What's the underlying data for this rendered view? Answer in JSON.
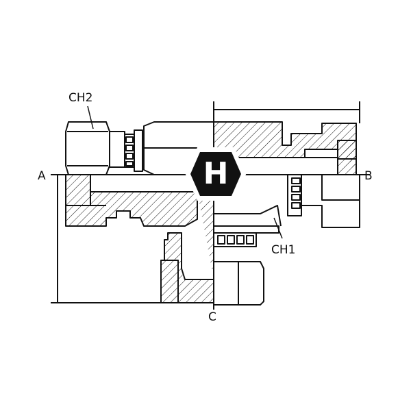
{
  "labels": {
    "ch2": "CH2",
    "ch1": "CH1",
    "a": "A",
    "b": "B",
    "c": "C"
  },
  "logo": {
    "letter": "H",
    "color": "#111111"
  },
  "colors": {
    "stroke": "#111111",
    "background": "#ffffff"
  }
}
